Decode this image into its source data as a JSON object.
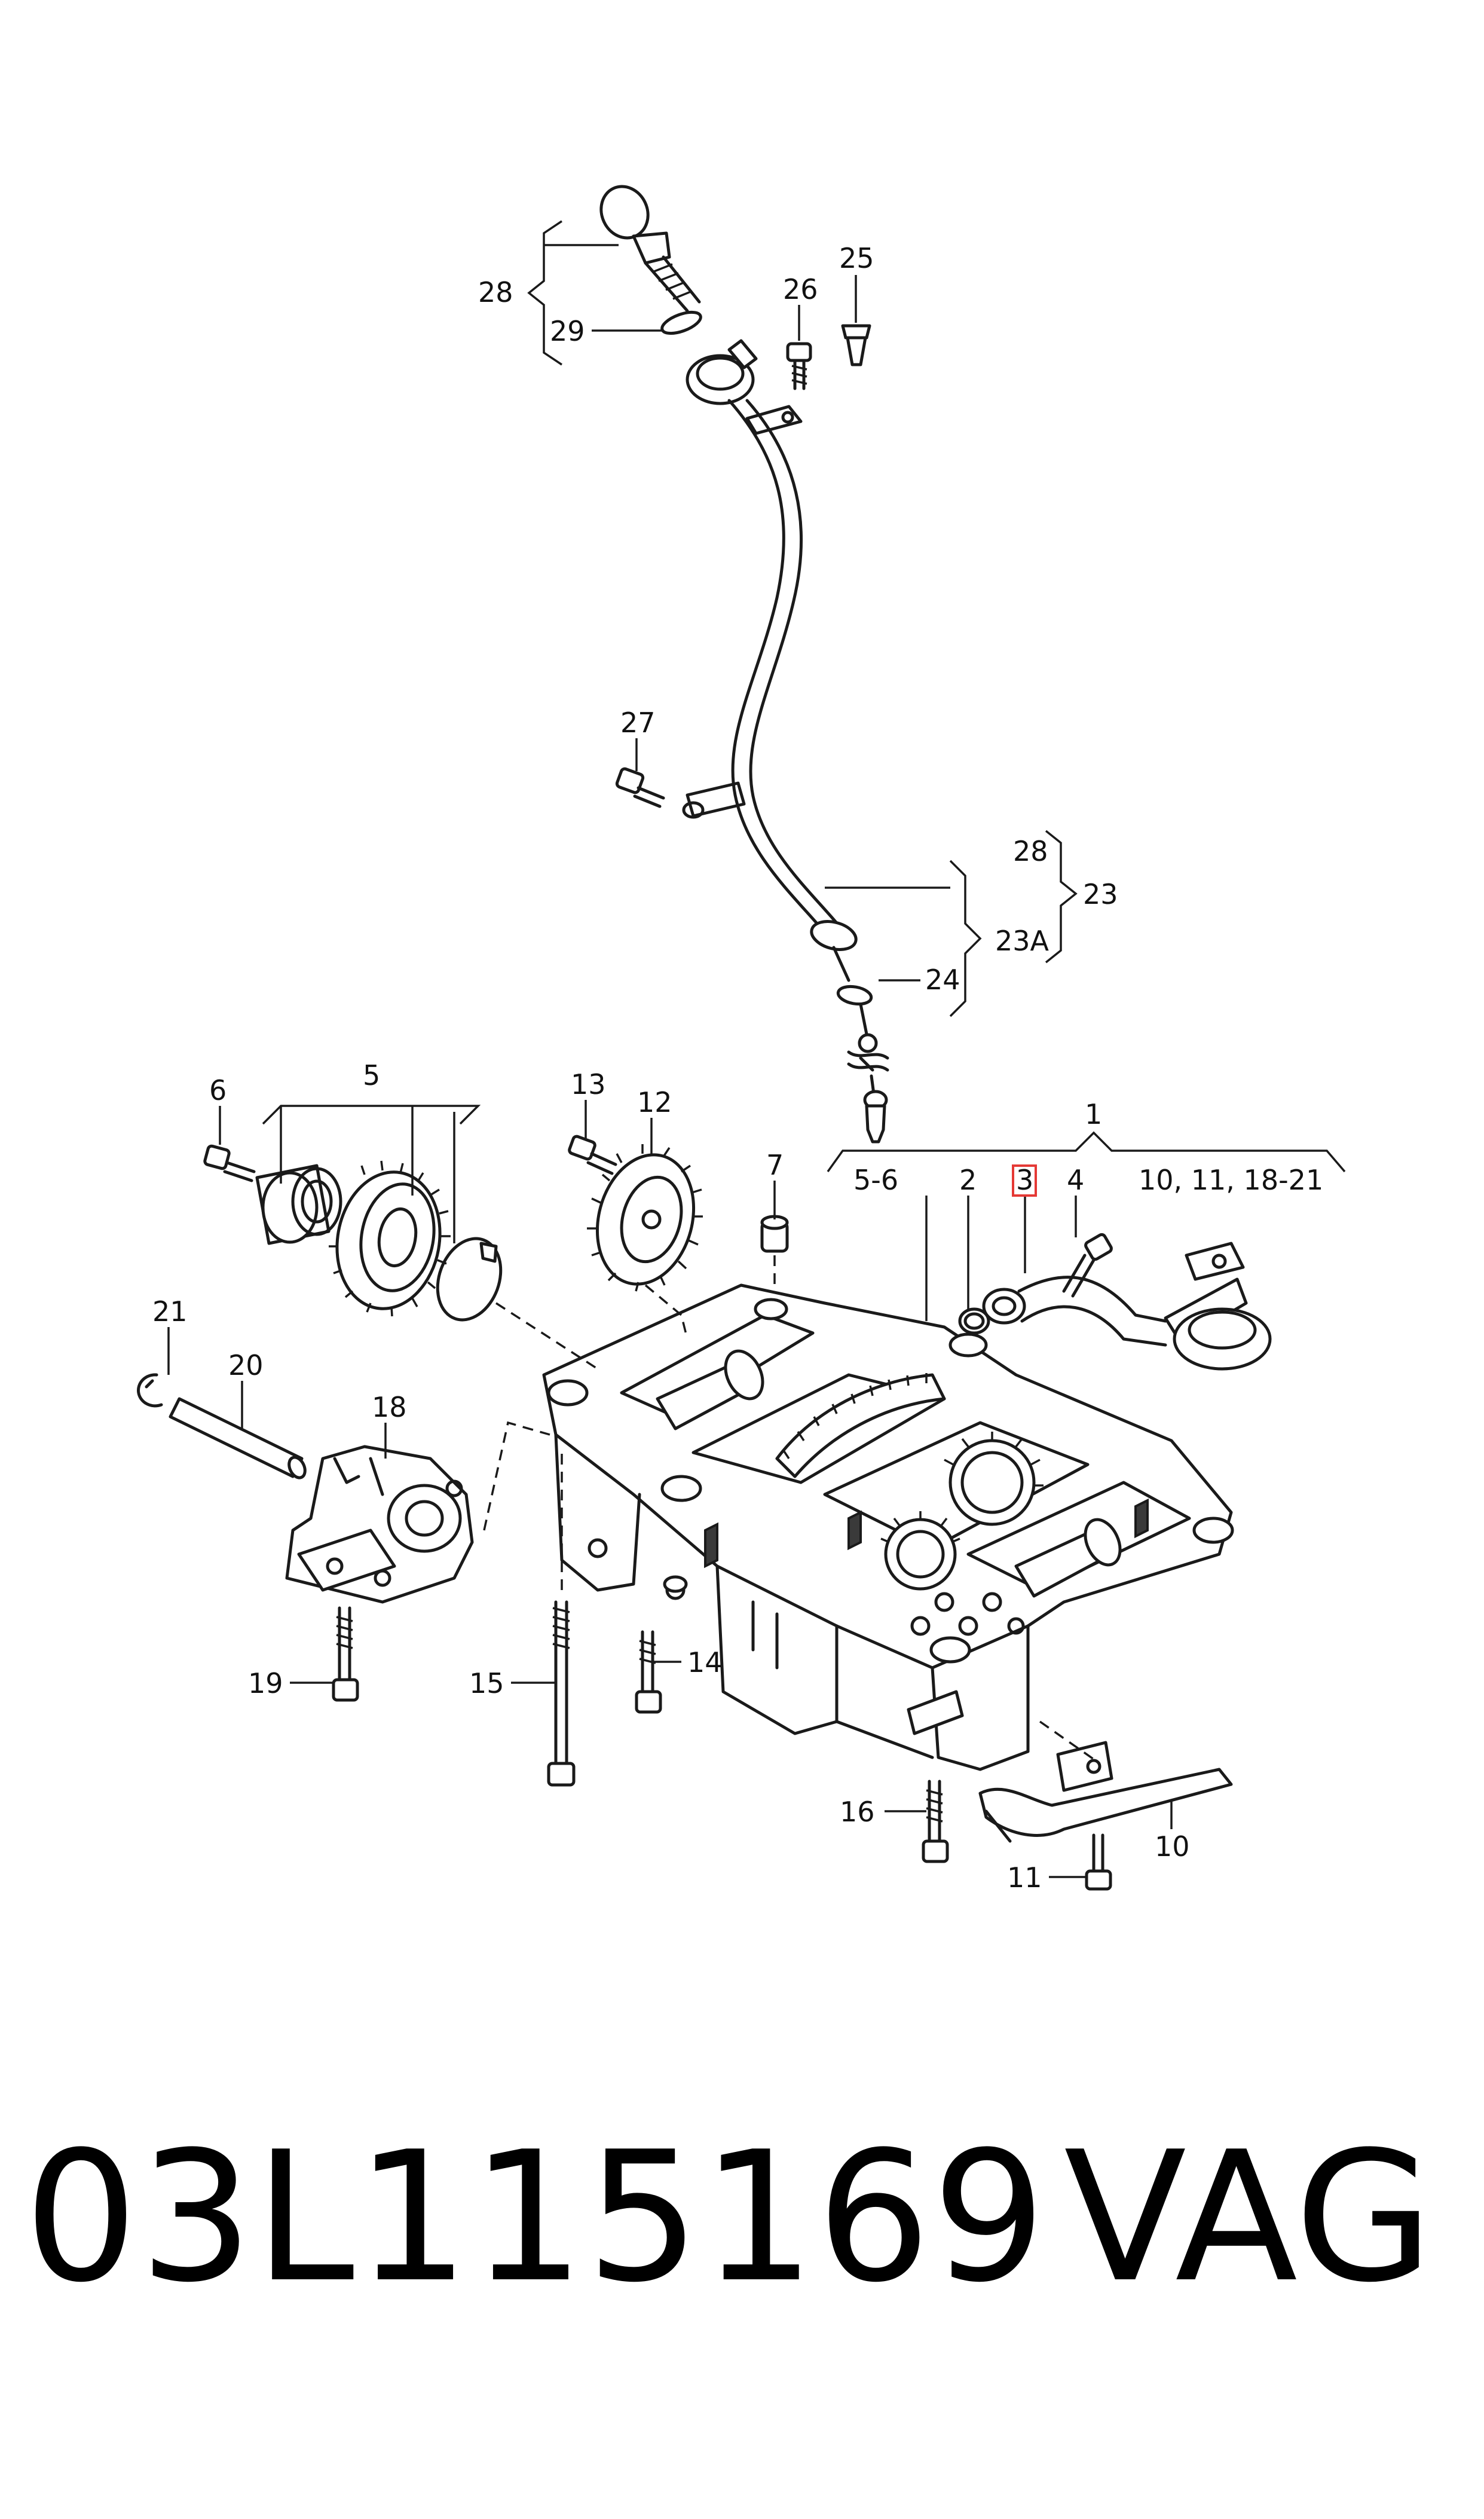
{
  "callouts": {
    "c28_top": "28",
    "c29": "29",
    "c26": "26",
    "c25": "25",
    "c27": "27",
    "c28_right": "28",
    "c23": "23",
    "c23A": "23A",
    "c24": "24",
    "c1": "1",
    "c5_6": "5-6",
    "c2": "2",
    "c3": "3",
    "c4": "4",
    "c10_11_18_21": "10, 11, 18-21",
    "c5": "5",
    "c6": "6",
    "c13": "13",
    "c12": "12",
    "c7": "7",
    "c21": "21",
    "c20": "20",
    "c18": "18",
    "c19": "19",
    "c15": "15",
    "c14": "14",
    "c16": "16",
    "c11": "11",
    "c10": "10"
  },
  "footer": {
    "part_number": "03L115169",
    "brand": "VAG"
  },
  "colors": {
    "line": "#1a1a1a",
    "highlight": "#e53935",
    "background": "#ffffff"
  },
  "highlighted_callout": "3"
}
